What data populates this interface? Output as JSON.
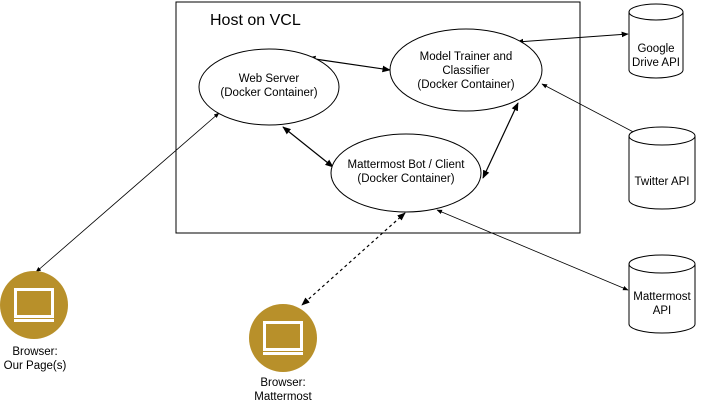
{
  "host": {
    "title": "Host on VCL"
  },
  "nodes": {
    "web_server": {
      "line1": "Web Server",
      "line2": "(Docker Container)"
    },
    "model_trainer": {
      "line1": "Model Trainer and",
      "line2": "Classifier",
      "line3": "(Docker Container)"
    },
    "mattermost_bot": {
      "line1": "Mattermost Bot / Client",
      "line2": "(Docker Container)"
    }
  },
  "databases": {
    "google_drive": {
      "line1": "Google",
      "line2": "Drive API"
    },
    "twitter": {
      "line1": "Twitter API"
    },
    "mattermost_api": {
      "line1": "Mattermost",
      "line2": "API"
    }
  },
  "clients": {
    "browser_pages": {
      "line1": "Browser:",
      "line2": "Our Page(s)"
    },
    "browser_mattermost": {
      "line1": "Browser:",
      "line2": "Mattermost"
    }
  },
  "colors": {
    "monitor": "#b8902a",
    "line": "#000000"
  }
}
